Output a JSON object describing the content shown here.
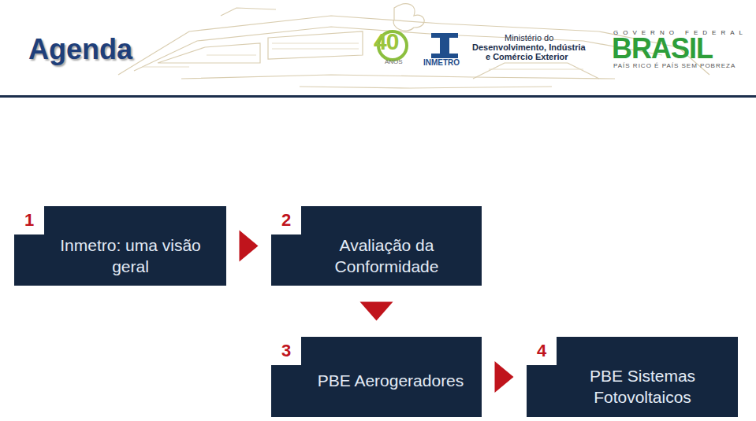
{
  "diagram": {
    "title": "Agenda",
    "nodes": [
      {
        "text": [
          "1",
          "Inmetro: uma visão geral"
        ]
      },
      {
        "text": [
          "2",
          "Avaliação da Conformidade"
        ]
      },
      {
        "text": [
          "3",
          "PBE Aerogeradores"
        ]
      },
      {
        "text": [
          "4",
          "PBE Sistemas Fotovoltaicos"
        ]
      }
    ],
    "edges": [
      {
        "from": 0,
        "to": 1,
        "arrow": "to"
      },
      {
        "from": 1,
        "to": 2,
        "arrow": "to"
      },
      {
        "from": 2,
        "to": 3,
        "arrow": "to"
      }
    ],
    "labels": [
      "40",
      "ANOS",
      "INMETRO",
      "Ministério do",
      "Desenvolvimento, Indústria",
      "e Comércio Exterior",
      "GOVERNO FEDERAL",
      "BRASIL",
      "PAÍS RICO É PAÍS SEM POBREZA"
    ]
  }
}
